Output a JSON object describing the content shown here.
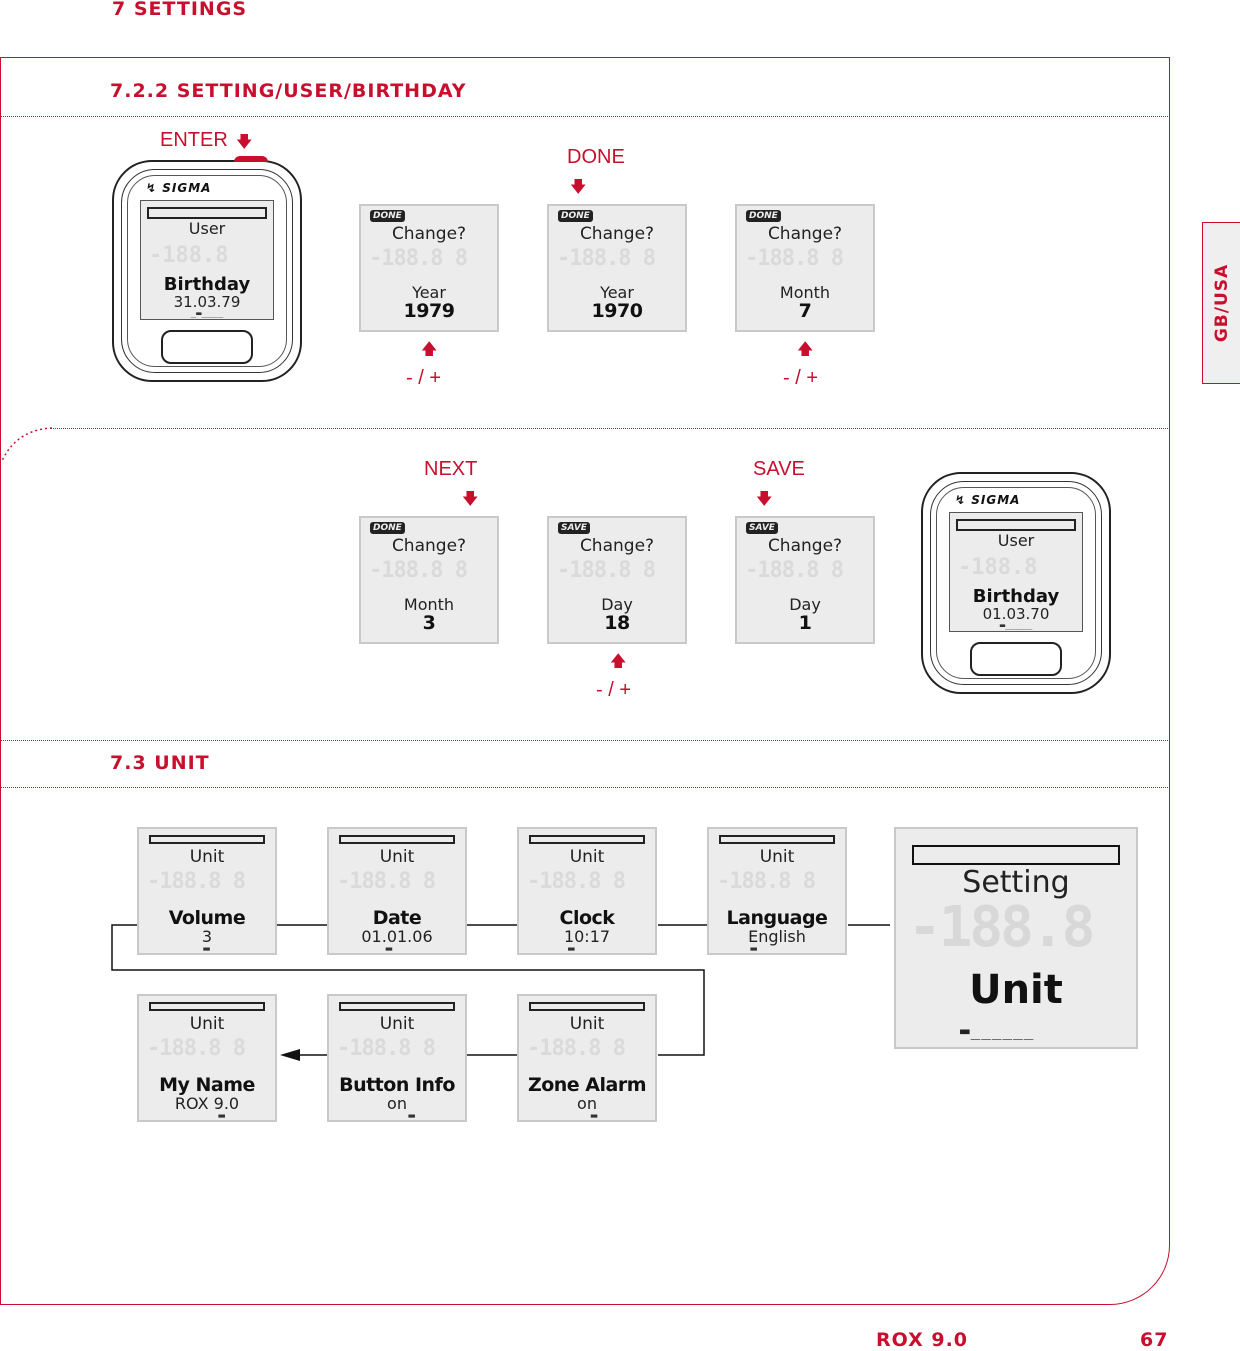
{
  "page": {
    "chapter": "7 SETTINGS",
    "side_tab": "GB/USA",
    "product": "ROX 9.0",
    "page_number": "67"
  },
  "section_birthday": {
    "title": "7.2.2 SETTING/USER/BIRTHDAY",
    "labels": {
      "enter": "ENTER",
      "done": "DONE",
      "next": "NEXT",
      "save": "SAVE",
      "minus_plus": "- / +"
    },
    "device_start": {
      "brand": "SIGMA",
      "line1": "User",
      "line2": "Birthday",
      "line3": "31.03.79"
    },
    "device_end": {
      "brand": "SIGMA",
      "line1": "User",
      "line2": "Birthday",
      "line3": "01.03.70"
    },
    "screens": [
      {
        "badge": "DONE",
        "line1": "Change?",
        "line2": "Year",
        "line3": "1979"
      },
      {
        "badge": "DONE",
        "line1": "Change?",
        "line2": "Year",
        "line3": "1970"
      },
      {
        "badge": "DONE",
        "line1": "Change?",
        "line2": "Month",
        "line3": "7"
      },
      {
        "badge": "DONE",
        "line1": "Change?",
        "line2": "Month",
        "line3": "3"
      },
      {
        "badge": "SAVE",
        "line1": "Change?",
        "line2": "Day",
        "line3": "18"
      },
      {
        "badge": "SAVE",
        "line1": "Change?",
        "line2": "Day",
        "line3": "1"
      }
    ]
  },
  "section_unit": {
    "title": "7.3 UNIT",
    "screens": [
      {
        "header": "Unit",
        "name": "Volume",
        "value": "3"
      },
      {
        "header": "Unit",
        "name": "Date",
        "value": "01.01.06"
      },
      {
        "header": "Unit",
        "name": "Clock",
        "value": "10:17"
      },
      {
        "header": "Unit",
        "name": "Language",
        "value": "English"
      },
      {
        "header": "Unit",
        "name": "My Name",
        "value": "ROX 9.0"
      },
      {
        "header": "Unit",
        "name": "Button Info",
        "value": "on"
      },
      {
        "header": "Unit",
        "name": "Zone Alarm",
        "value": "on"
      }
    ],
    "large_screen": {
      "line1": "Setting",
      "line2": "Unit"
    }
  }
}
